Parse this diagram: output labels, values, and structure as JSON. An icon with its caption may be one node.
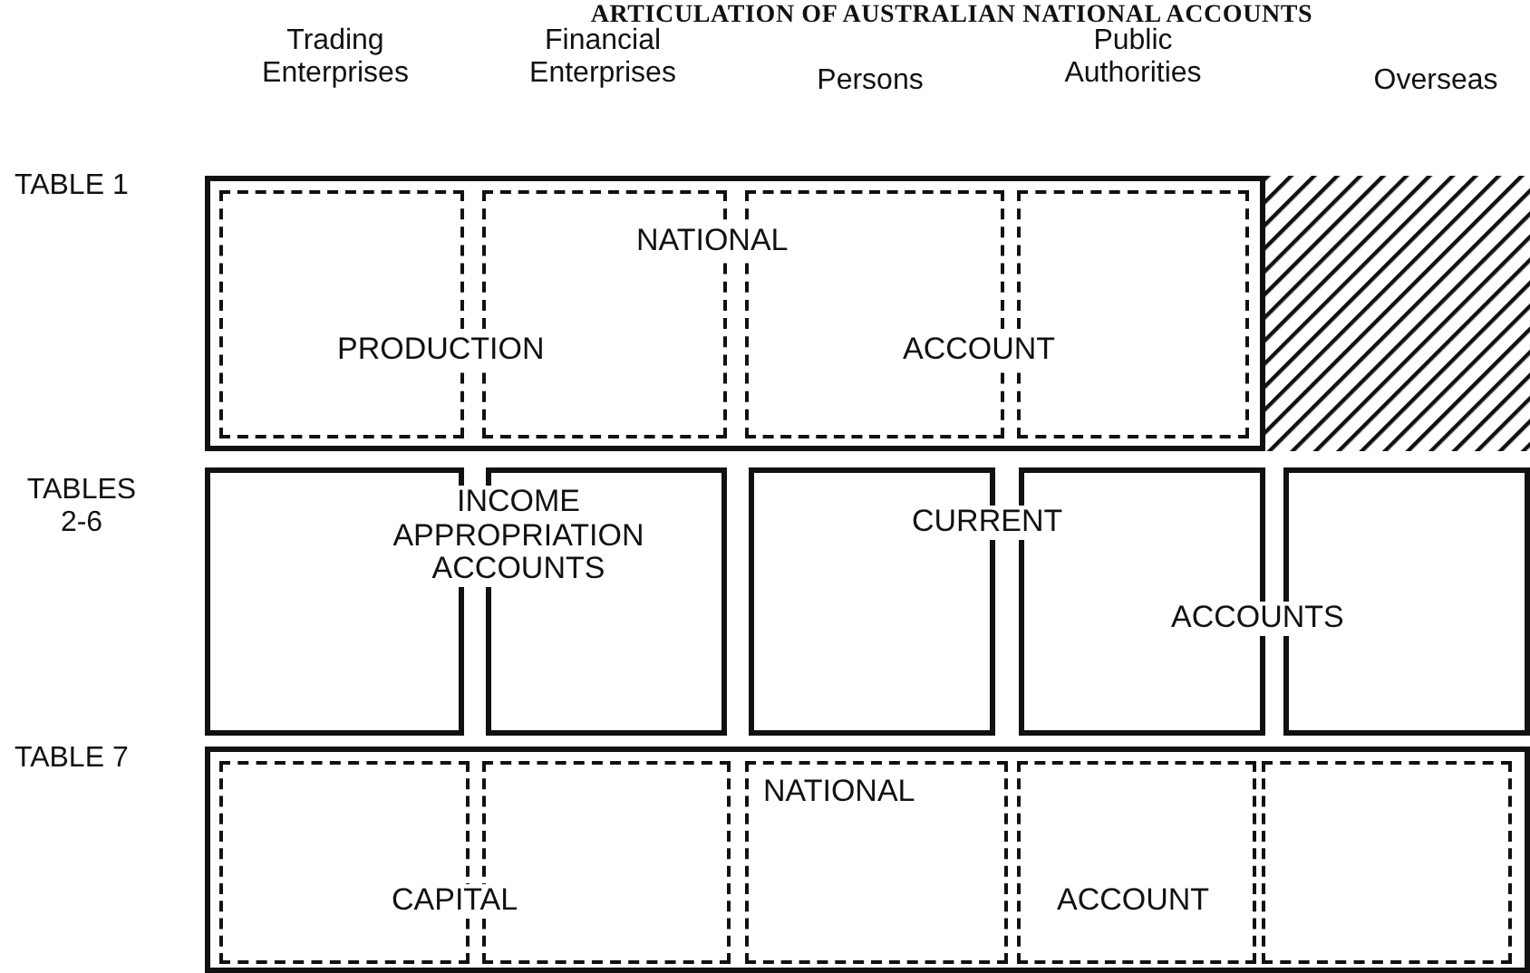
{
  "diagram": {
    "title": "ARTICULATION OF AUSTRALIAN NATIONAL ACCOUNTS",
    "nodes": [
      {
        "text": [],
        "shape": "box"
      },
      {
        "text": [],
        "shape": "box",
        "in": 0
      },
      {
        "text": [],
        "shape": "box",
        "in": 0
      },
      {
        "text": [],
        "shape": "box",
        "in": 0
      },
      {
        "text": [],
        "shape": "box",
        "in": 0
      },
      {
        "text": [],
        "shape": "hatched"
      },
      {
        "text": [],
        "shape": "box"
      },
      {
        "text": [],
        "shape": "box"
      },
      {
        "text": [],
        "shape": "box"
      },
      {
        "text": [],
        "shape": "box"
      },
      {
        "text": [],
        "shape": "box"
      },
      {
        "text": [],
        "shape": "box"
      },
      {
        "text": [],
        "shape": "box",
        "in": 11
      },
      {
        "text": [],
        "shape": "box",
        "in": 11
      },
      {
        "text": [],
        "shape": "box",
        "in": 11
      },
      {
        "text": [],
        "shape": "box",
        "in": 11
      },
      {
        "text": [],
        "shape": "box",
        "in": 11
      }
    ],
    "labels": [
      "Trading Enterprises",
      "Financial Enterprises",
      "Persons",
      "Public Authorities",
      "Overseas",
      "TABLE 1",
      "NATIONAL",
      "PRODUCTION",
      "ACCOUNT",
      "TABLES 2-6",
      "INCOME APPROPRIATION ACCOUNTS",
      "CURRENT",
      "ACCOUNTS",
      "TABLE 7",
      "NATIONAL",
      "CAPITAL",
      "ACCOUNT"
    ]
  }
}
